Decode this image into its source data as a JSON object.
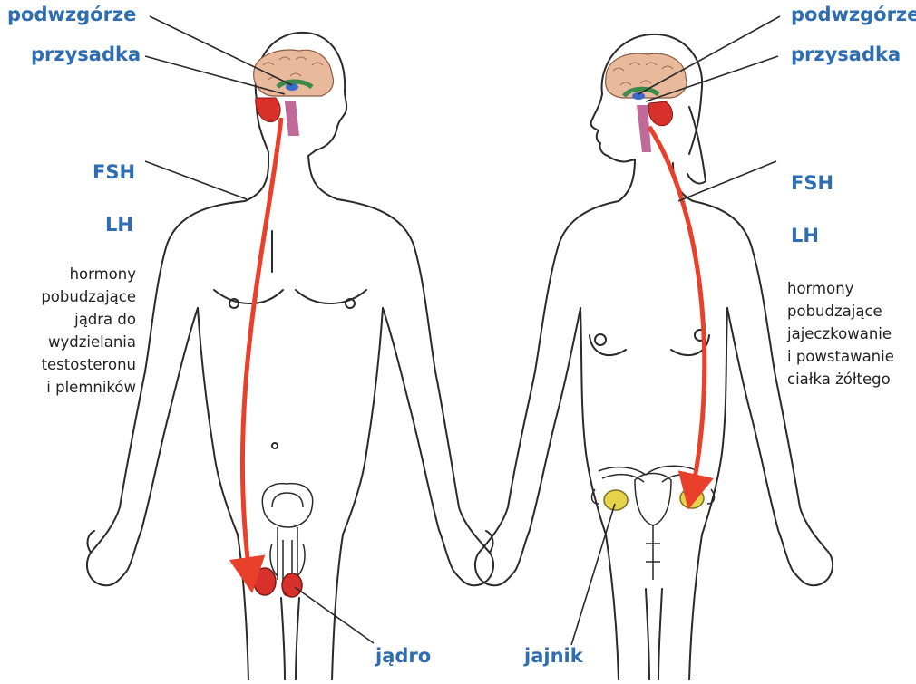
{
  "colors": {
    "label": "#2f6db3",
    "text": "#222222",
    "arrow": "#e8402a",
    "outline": "#2a2a2a",
    "brain": "#e9b99c",
    "cerebellum": "#d8302a",
    "gonad_male": "#d8302a",
    "ovary": "#e6d34a"
  },
  "male": {
    "label_hypothalamus": "podwzgórze",
    "label_pituitary": "przysadka",
    "label_fsh": "FSH",
    "label_lh": "LH",
    "description_lines": [
      "hormony",
      "pobudzające",
      "jądra do",
      "wydzielania",
      "testosteronu",
      "i plemników"
    ],
    "label_gonad": "jądro"
  },
  "female": {
    "label_hypothalamus": "podwzgórze",
    "label_pituitary": "przysadka",
    "label_fsh": "FSH",
    "label_lh": "LH",
    "description_lines": [
      "hormony",
      "pobudzające",
      "jajeczkowanie",
      "i powstawanie",
      "ciałka żółtego"
    ],
    "label_gonad": "jajnik"
  }
}
